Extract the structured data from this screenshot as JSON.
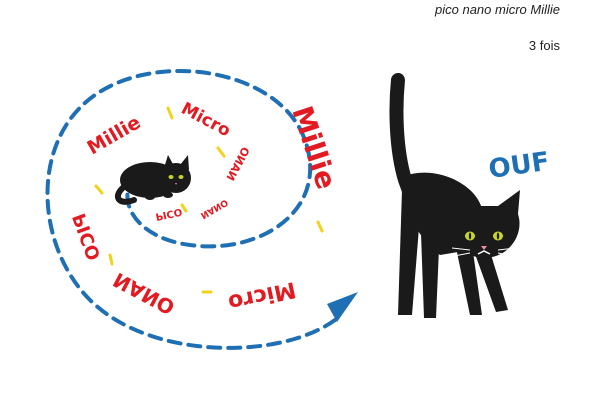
{
  "caption": {
    "title": "pico nano micro Millie",
    "count": "3 fois"
  },
  "spiral_words": {
    "millie_1": "Millie",
    "micro_1": "Micro",
    "millie_2": "Millie",
    "micro_2": "Micro",
    "nano_1": "NANO",
    "nano_2": "NANO",
    "pico_1": "PICO",
    "pico_2": "PICO",
    "nano_3": "NANO"
  },
  "exclamation": "OUF",
  "colors": {
    "red": "#e21b23",
    "blue": "#1f6fb4",
    "yellow": "#f2d21a",
    "black": "#1a1a1a",
    "cat_eye": "#c8d62a"
  }
}
